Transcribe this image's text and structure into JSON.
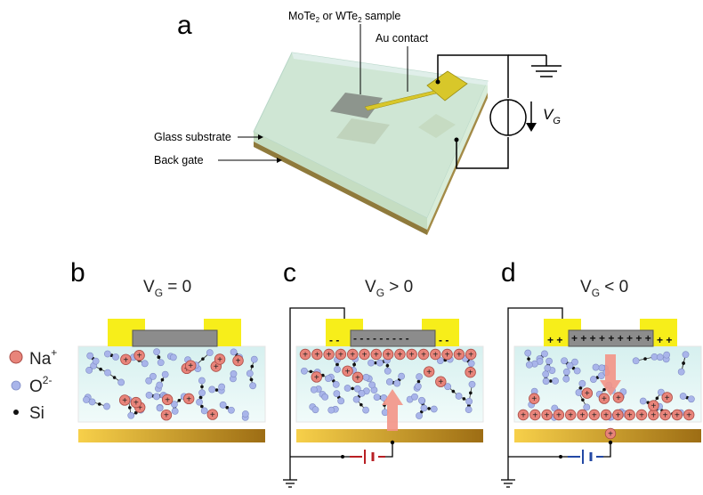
{
  "panel_a": {
    "letter": "a",
    "sample_label_pre": "MoTe",
    "sample_label_mid": " or WTe",
    "sample_label_post": " sample",
    "subscript": "2",
    "contact_label": "Au contact",
    "glass_label": "Glass substrate",
    "gate_label": "Back gate",
    "vg_label": "V",
    "vg_sub": "G"
  },
  "legend": {
    "na_label": "Na",
    "na_sup": "+",
    "o_label": "O",
    "o_sup": "2-",
    "si_label": "Si"
  },
  "panel_b": {
    "letter": "b",
    "v": "V",
    "sub": "G",
    "cond": " = 0"
  },
  "panel_c": {
    "letter": "c",
    "v": "V",
    "sub": "G",
    "cond": " > 0"
  },
  "panel_d": {
    "letter": "d",
    "v": "V",
    "sub": "G",
    "cond": " < 0"
  },
  "charges": {
    "c_contact": "- -",
    "c_sample": "- - - - - - - - -",
    "d_contact": "+ +",
    "d_sample": "+ + + + + + + + +",
    "ion_plus": "+"
  },
  "colors": {
    "na": "#e8847a",
    "o": "#a9b5ea",
    "si": "#111111",
    "contact": "#f7ee1a",
    "sample": "#8c8c8c",
    "substrate": "#e4f6f5",
    "gate_start": "#f7d04a",
    "gate_end": "#9d6d14",
    "arrow": "#f39386",
    "battery_c": "#b81f24",
    "battery_d": "#2348a4"
  }
}
